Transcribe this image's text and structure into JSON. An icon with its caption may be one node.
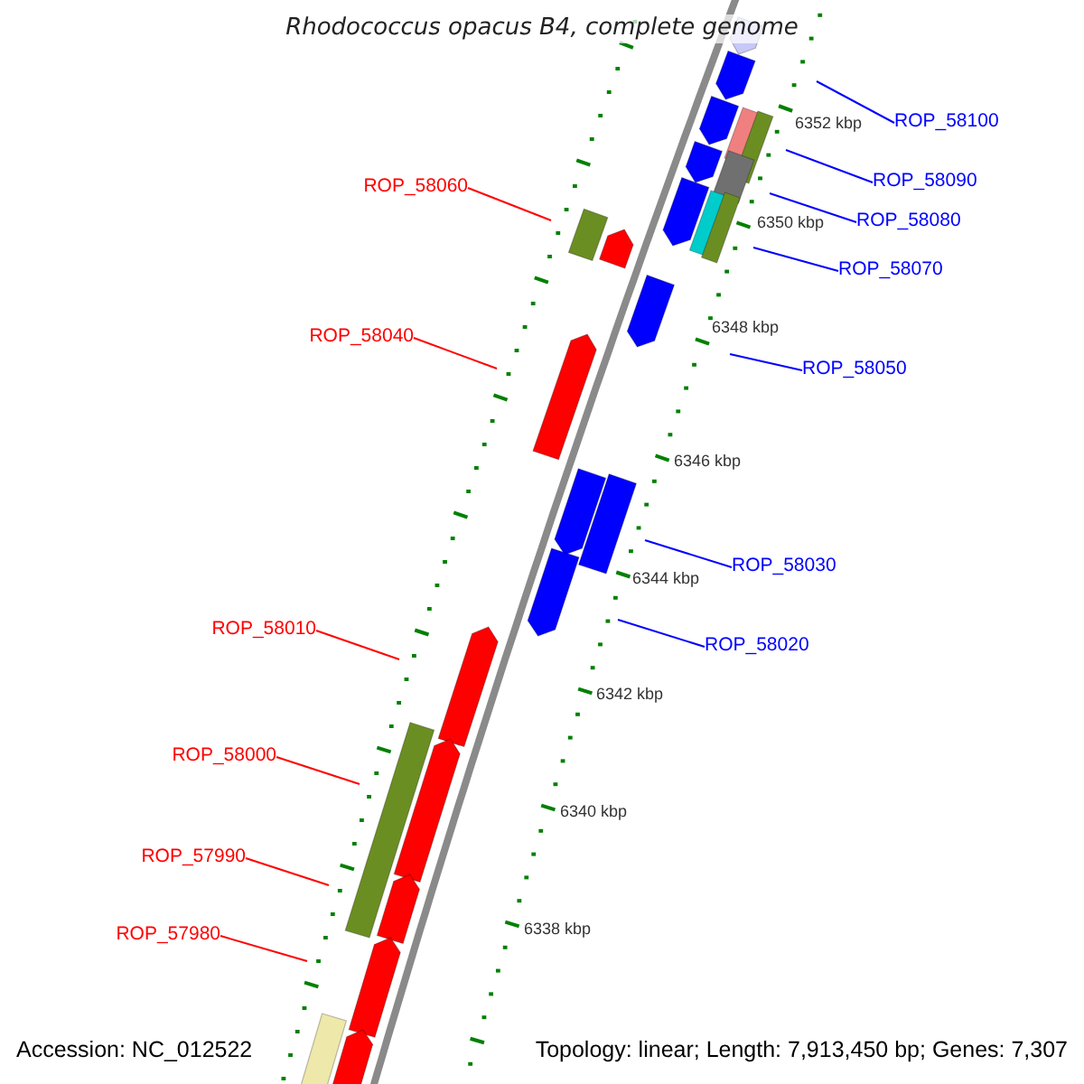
{
  "diagram": {
    "title": "Rhodococcus opacus B4, complete genome",
    "nodes": [
      {
        "text": [
          "ROP_58100"
        ]
      },
      {
        "text": [
          "ROP_58090"
        ]
      },
      {
        "text": [
          "ROP_58060"
        ]
      },
      {
        "text": [
          "ROP_58080"
        ]
      },
      {
        "text": [
          "ROP_58070"
        ]
      },
      {
        "text": [
          "ROP_58040"
        ]
      },
      {
        "text": [
          "ROP_58050"
        ]
      },
      {
        "text": [
          "ROP_58030"
        ]
      },
      {
        "text": [
          "ROP_58010"
        ]
      },
      {
        "text": [
          "ROP_58020"
        ]
      },
      {
        "text": [
          "ROP_58000"
        ]
      },
      {
        "text": [
          "ROP_57990"
        ]
      },
      {
        "text": [
          "ROP_57980"
        ]
      }
    ],
    "edges": [
      {
        "from": 0,
        "to": null,
        "arrow": "none",
        "color": "#0000ff"
      },
      {
        "from": 1,
        "to": null,
        "arrow": "none",
        "color": "#0000ff"
      },
      {
        "from": 2,
        "to": null,
        "arrow": "none",
        "color": "#ff0000"
      },
      {
        "from": 3,
        "to": null,
        "arrow": "none",
        "color": "#0000ff"
      },
      {
        "from": 4,
        "to": null,
        "arrow": "none",
        "color": "#0000ff"
      },
      {
        "from": 5,
        "to": null,
        "arrow": "none",
        "color": "#ff0000"
      },
      {
        "from": 6,
        "to": null,
        "arrow": "none",
        "color": "#0000ff"
      },
      {
        "from": 7,
        "to": null,
        "arrow": "none",
        "color": "#0000ff"
      },
      {
        "from": 8,
        "to": null,
        "arrow": "none",
        "color": "#ff0000"
      },
      {
        "from": 9,
        "to": null,
        "arrow": "none",
        "color": "#0000ff"
      },
      {
        "from": 10,
        "to": null,
        "arrow": "none",
        "color": "#ff0000"
      },
      {
        "from": 11,
        "to": null,
        "arrow": "none",
        "color": "#ff0000"
      },
      {
        "from": 12,
        "to": null,
        "arrow": "none",
        "color": "#ff0000"
      }
    ],
    "labels": [
      "6352 kbp",
      "6350 kbp",
      "6348 kbp",
      "6346 kbp",
      "6344 kbp",
      "6342 kbp",
      "6340 kbp",
      "6338 kbp",
      "Accession: NC_012522",
      "Topology: linear; Length: 7,913,450 bp; Genes: 7,307"
    ]
  }
}
